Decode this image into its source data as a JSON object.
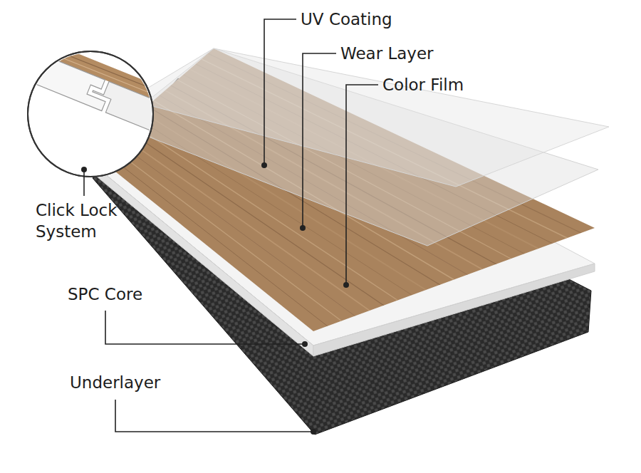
{
  "diagram": {
    "labels": [
      "UV Coating",
      "Wear Layer",
      "Color Film",
      "Click Lock System",
      "SPC Core",
      "Underlayer"
    ]
  }
}
